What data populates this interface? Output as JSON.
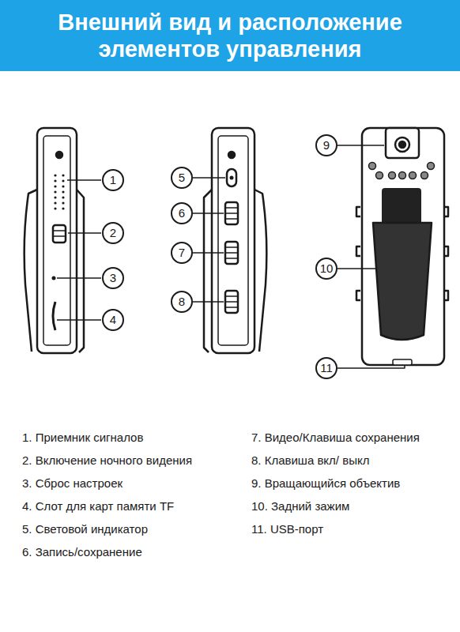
{
  "diagram": {
    "title": "Внешний вид и расположение элементов управления",
    "nodes": [
      {
        "text": [
          "1"
        ]
      },
      {
        "text": [
          "2"
        ]
      },
      {
        "text": [
          "3"
        ]
      },
      {
        "text": [
          "4"
        ]
      },
      {
        "text": [
          "5"
        ]
      },
      {
        "text": [
          "6"
        ]
      },
      {
        "text": [
          "7"
        ]
      },
      {
        "text": [
          "8"
        ]
      },
      {
        "text": [
          "9"
        ]
      },
      {
        "text": [
          "10"
        ]
      },
      {
        "text": [
          "11"
        ]
      }
    ],
    "labels": [
      "1. Приемник сигналов",
      "2. Включение ночного видения",
      "3. Сброс настроек",
      "4. Слот для карт памяти TF",
      "5. Световой индикатор",
      "6. Запись/сохранение",
      "7. Видео/Клавиша сохранения",
      "8. Клавиша вкл/ выкл",
      "9. Вращающийся объектив",
      "10. Задний зажим",
      "11. USB-порт"
    ]
  }
}
